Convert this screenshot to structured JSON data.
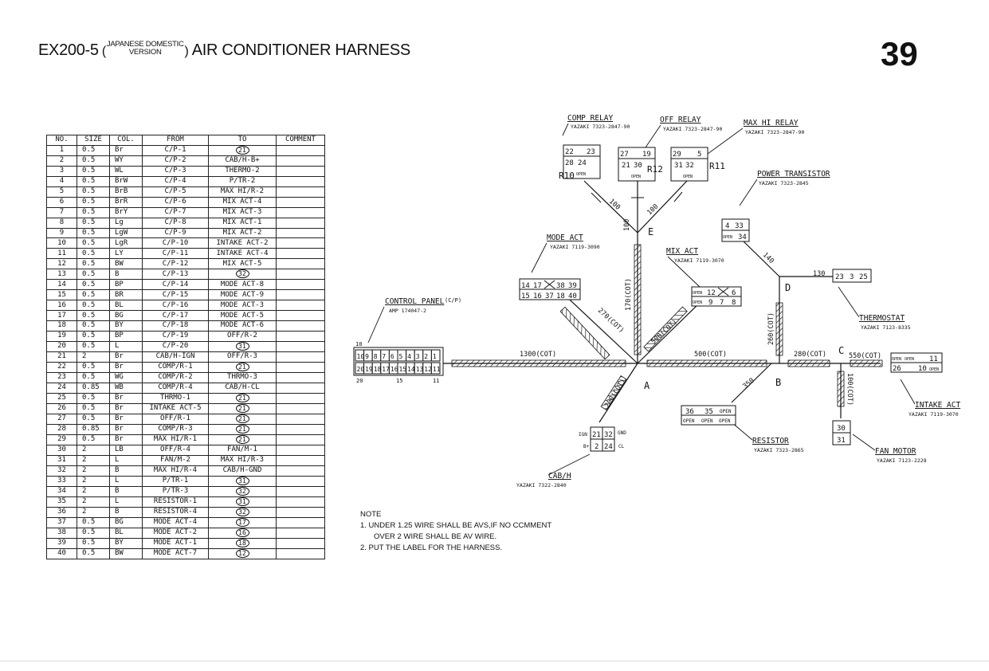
{
  "title": {
    "model": "EX200-5",
    "paren_open": " (",
    "domestic_top": "JAPANESE DOMESTIC",
    "domestic_bottom": "VERSION",
    "paren_close": ")",
    "name": " AIR CONDITIONER HARNESS"
  },
  "page_number": "39",
  "table": {
    "headers": [
      "NO.",
      "SIZE",
      "COL.",
      "FROM",
      "TO",
      "COMMENT"
    ],
    "rows": [
      [
        "1",
        "0.5",
        "Br",
        "C/P-1",
        "21",
        ""
      ],
      [
        "2",
        "0.5",
        "WY",
        "C/P-2",
        "CAB/H-B+",
        ""
      ],
      [
        "3",
        "0.5",
        "WL",
        "C/P-3",
        "THERMO-2",
        ""
      ],
      [
        "4",
        "0.5",
        "BrW",
        "C/P-4",
        "P/TR-2",
        ""
      ],
      [
        "5",
        "0.5",
        "BrB",
        "C/P-5",
        "MAX HI/R-2",
        ""
      ],
      [
        "6",
        "0.5",
        "BrR",
        "C/P-6",
        "MIX ACT-4",
        ""
      ],
      [
        "7",
        "0.5",
        "BrY",
        "C/P-7",
        "MIX ACT-3",
        ""
      ],
      [
        "8",
        "0.5",
        "Lg",
        "C/P-8",
        "MIX ACT-1",
        ""
      ],
      [
        "9",
        "0.5",
        "LgW",
        "C/P-9",
        "MIX ACT-2",
        ""
      ],
      [
        "10",
        "0.5",
        "LgR",
        "C/P-10",
        "INTAKE ACT-2",
        ""
      ],
      [
        "11",
        "0.5",
        "LY",
        "C/P-11",
        "INTAKE ACT-4",
        ""
      ],
      [
        "12",
        "0.5",
        "BW",
        "C/P-12",
        "MIX ACT-5",
        ""
      ],
      [
        "13",
        "0.5",
        "B",
        "C/P-13",
        "32",
        ""
      ],
      [
        "14",
        "0.5",
        "BP",
        "C/P-14",
        "MODE ACT-8",
        ""
      ],
      [
        "15",
        "0.5",
        "BR",
        "C/P-15",
        "MODE ACT-9",
        ""
      ],
      [
        "16",
        "0.5",
        "BL",
        "C/P-16",
        "MODE ACT-3",
        ""
      ],
      [
        "17",
        "0.5",
        "BG",
        "C/P-17",
        "MODE ACT-5",
        ""
      ],
      [
        "18",
        "0.5",
        "BY",
        "C/P-18",
        "MODE ACT-6",
        ""
      ],
      [
        "19",
        "0.5",
        "BP",
        "C/P-19",
        "OFF/R-2",
        ""
      ],
      [
        "20",
        "0.5",
        "L",
        "C/P-20",
        "31",
        ""
      ],
      [
        "21",
        "2",
        "Br",
        "CAB/H-IGN",
        "OFF/R-3",
        ""
      ],
      [
        "22",
        "0.5",
        "Br",
        "COMP/R-1",
        "21",
        ""
      ],
      [
        "23",
        "0.5",
        "WG",
        "COMP/R-2",
        "THRMO-3",
        ""
      ],
      [
        "24",
        "0.85",
        "WB",
        "COMP/R-4",
        "CAB/H-CL",
        ""
      ],
      [
        "25",
        "0.5",
        "Br",
        "THRMO-1",
        "21",
        ""
      ],
      [
        "26",
        "0.5",
        "Br",
        "INTAKE ACT-5",
        "21",
        ""
      ],
      [
        "27",
        "0.5",
        "Br",
        "OFF/R-1",
        "21",
        ""
      ],
      [
        "28",
        "0.85",
        "Br",
        "COMP/R-3",
        "21",
        ""
      ],
      [
        "29",
        "0.5",
        "Br",
        "MAX HI/R-1",
        "21",
        ""
      ],
      [
        "30",
        "2",
        "LB",
        "OFF/R-4",
        "FAN/M-1",
        ""
      ],
      [
        "31",
        "2",
        "L",
        "FAN/M-2",
        "MAX HI/R-3",
        ""
      ],
      [
        "32",
        "2",
        "B",
        "MAX HI/R-4",
        "CAB/H-GND",
        ""
      ],
      [
        "33",
        "2",
        "L",
        "P/TR-1",
        "31",
        ""
      ],
      [
        "34",
        "2",
        "B",
        "P/TR-3",
        "32",
        ""
      ],
      [
        "35",
        "2",
        "L",
        "RESISTOR-1",
        "31",
        ""
      ],
      [
        "36",
        "2",
        "B",
        "RESISTOR-4",
        "32",
        ""
      ],
      [
        "37",
        "0.5",
        "BG",
        "MODE ACT-4",
        "17",
        ""
      ],
      [
        "38",
        "0.5",
        "BL",
        "MODE ACT-2",
        "16",
        ""
      ],
      [
        "39",
        "0.5",
        "BY",
        "MODE ACT-1",
        "18",
        ""
      ],
      [
        "40",
        "0.5",
        "BW",
        "MODE ACT-7",
        "12",
        ""
      ]
    ]
  },
  "diagram": {
    "comp_relay": {
      "label": "COMP RELAY",
      "part": "YAZAKI 7323-2847-90",
      "id": "R10"
    },
    "off_relay": {
      "label": "OFF RELAY",
      "part": "YAZAKI 7323-2847-90",
      "id": "R12"
    },
    "max_hi_relay": {
      "label": "MAX HI RELAY",
      "part": "YAZAKI 7323-2847-90",
      "id": "R11"
    },
    "power_transistor": {
      "label": "POWER TRANSISTOR",
      "part": "YAZAKI 7323-2845"
    },
    "mode_act": {
      "label": "MODE ACT",
      "part": "YAZAKI 7119-3090"
    },
    "mix_act": {
      "label": "MIX ACT",
      "part": "YAZAKI 7119-3070"
    },
    "control_panel": {
      "label": "CONTROL PANEL",
      "sub": "(C/P)",
      "part": "AMP 174047-2"
    },
    "thermostat": {
      "label": "THERMOSTAT",
      "part": "YAZAKI 7123-8335"
    },
    "intake_act": {
      "label": "INTAKE ACT",
      "part": "YAZAKI 7119-3070"
    },
    "resistor": {
      "label": "RESISTOR",
      "part": "YAZAKI 7323-2865"
    },
    "fan_motor": {
      "label": "FAN MOTOR",
      "part": "YAZAKI 7123-2228"
    },
    "cab_h": {
      "label": "CAB/H",
      "part": "YAZAKI 7322-2840"
    },
    "nodes": {
      "a": "A",
      "b": "B",
      "c": "C",
      "d": "D",
      "e": "E"
    },
    "dims": {
      "d1300": "1300(COT)",
      "d500a": "500(COT)",
      "d280": "280(COT)",
      "d550": "550(COT)",
      "d100a": "100",
      "d100b": "100",
      "d100c": "100",
      "d170": "170(COT)",
      "d270": "270(COT)",
      "d500b": "500(COT)",
      "d260": "260(COT)",
      "d140": "140",
      "d130": "130",
      "d200": "200(COT)",
      "d350": "350",
      "d100cot": "100(COT)"
    },
    "pins": {
      "cp_top": [
        "10",
        "9",
        "8",
        "7",
        "6",
        "5",
        "4",
        "3",
        "2",
        "1"
      ],
      "cp_bot": [
        "20",
        "19",
        "18",
        "17",
        "16",
        "15",
        "14",
        "13",
        "12",
        "11"
      ],
      "cp_l1": "10",
      "cp_l20": "20",
      "cp_l15": "15",
      "cp_l11": "11",
      "open": "OPEN",
      "r10": [
        "22",
        "23",
        "28",
        "24"
      ],
      "r12": [
        "27",
        "19",
        "21",
        "30"
      ],
      "r11": [
        "29",
        "5",
        "31",
        "32"
      ],
      "ptr": [
        "4",
        "33",
        "34"
      ],
      "mode_top": [
        "14",
        "17",
        "38",
        "39"
      ],
      "mode_bot": [
        "15",
        "16",
        "37",
        "18",
        "40"
      ],
      "mix_a": [
        "12",
        "6"
      ],
      "mix_b": [
        "9",
        "7",
        "8"
      ],
      "thermo": [
        "23",
        "3",
        "25"
      ],
      "intake": [
        "26",
        "10",
        "11"
      ],
      "res": [
        "36",
        "35"
      ],
      "fan": [
        "30",
        "31"
      ],
      "cab": [
        "21",
        "32",
        "2",
        "24"
      ],
      "cab_labels": [
        "IGN",
        "GND",
        "B+",
        "CL"
      ]
    }
  },
  "notes": {
    "heading": "NOTE",
    "line1": "1.  UNDER 1.25 WIRE SHALL BE AVS,IF NO CCMMENT",
    "line2": "OVER 2 WIRE SHALL BE AV WIRE.",
    "line3": "2.  PUT THE LABEL FOR THE HARNESS."
  }
}
